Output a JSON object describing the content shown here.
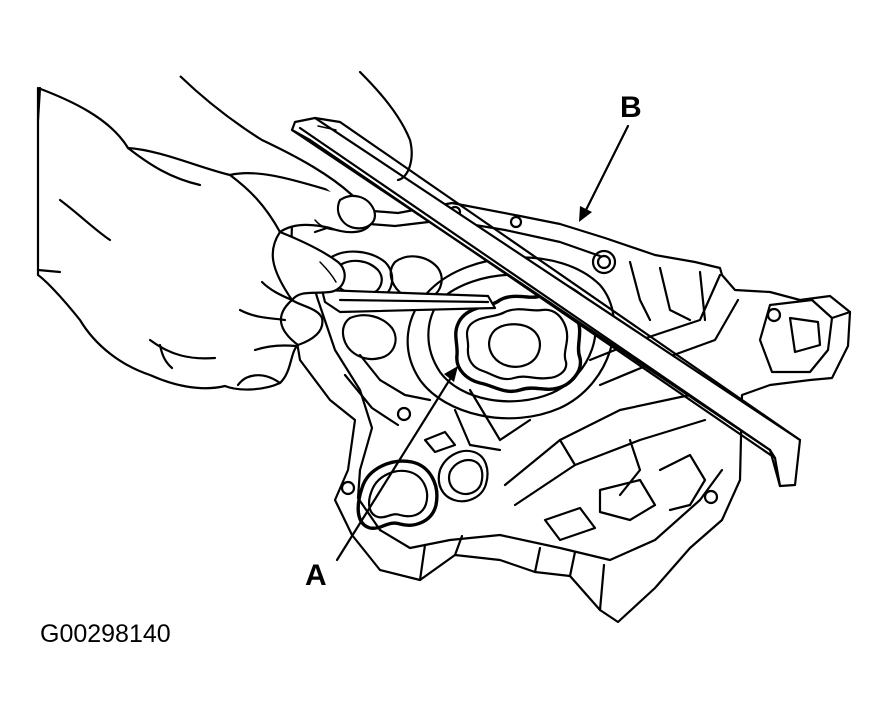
{
  "figure": {
    "callouts": {
      "a": "A",
      "b": "B"
    },
    "figure_id": "G00298140"
  },
  "colors": {
    "ink": "#000000",
    "paper": "#ffffff"
  }
}
